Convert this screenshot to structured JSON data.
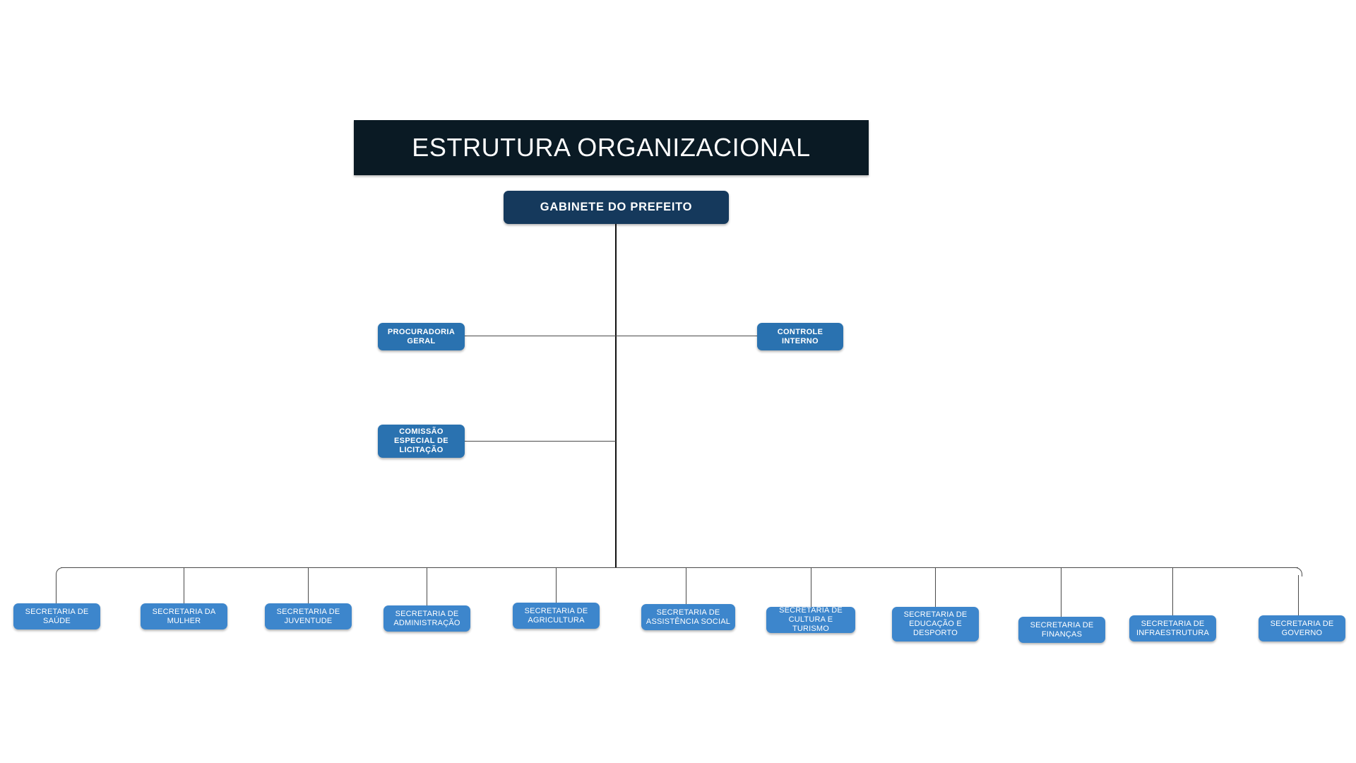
{
  "banner": {
    "title": "ESTRUTURA ORGANIZACIONAL",
    "background_color": "#0a1a24",
    "text_color": "#ffffff"
  },
  "colors": {
    "root_box": "#15395c",
    "staff_box": "#2a72b0",
    "department_box": "#3d86cc",
    "connector": "#1a1a1a",
    "page_background": "#ffffff"
  },
  "root": {
    "label": "GABINETE DO PREFEITO"
  },
  "staff_units": [
    {
      "label": "PROCURADORIA GERAL",
      "lines": [
        "PROCURADORIA",
        "GERAL"
      ],
      "side": "left"
    },
    {
      "label": "CONTROLE INTERNO",
      "lines": [
        "CONTROLE",
        "INTERNO"
      ],
      "side": "right"
    },
    {
      "label": "COMISSÃO ESPECIAL DE LICITAÇÃO",
      "lines": [
        "COMISSÃO",
        "ESPECIAL DE",
        "LICITAÇÃO"
      ],
      "side": "left"
    }
  ],
  "departments": [
    {
      "label": "SECRETARIA DE SAÚDE",
      "lines": [
        "SECRETARIA DE",
        "SAÚDE"
      ]
    },
    {
      "label": "SECRETARIA DA MULHER",
      "lines": [
        "SECRETARIA DA",
        "MULHER"
      ]
    },
    {
      "label": "SECRETARIA DE JUVENTUDE",
      "lines": [
        "SECRETARIA DE",
        "JUVENTUDE"
      ]
    },
    {
      "label": "SECRETARIA DE ADMINISTRAÇÃO",
      "lines": [
        "SECRETARIA DE",
        "ADMINISTRAÇÃO"
      ]
    },
    {
      "label": "SECRETARIA DE AGRICULTURA",
      "lines": [
        "SECRETARIA DE",
        "AGRICULTURA"
      ]
    },
    {
      "label": "SECRETARIA DE ASSISTÊNCIA SOCIAL",
      "lines": [
        "SECRETARIA DE",
        "ASSISTÊNCIA SOCIAL"
      ]
    },
    {
      "label": "SECRETARIA DE CULTURA E TURISMO",
      "lines": [
        "SECRETARIA DE",
        "CULTURA E TURISMO"
      ]
    },
    {
      "label": "SECRETARIA DE EDUCAÇÃO E DESPORTO",
      "lines": [
        "SECRETARIA DE",
        "EDUCAÇÃO E",
        "DESPORTO"
      ]
    },
    {
      "label": "SECRETARIA DE FINANÇAS",
      "lines": [
        "SECRETARIA DE",
        "FINANÇAS"
      ]
    },
    {
      "label": "SECRETARIA DE INFRAESTRUTURA",
      "lines": [
        "SECRETARIA DE",
        "INFRAESTRUTURA"
      ]
    },
    {
      "label": "SECRETARIA DE GOVERNO",
      "lines": [
        "SECRETARIA DE",
        "GOVERNO"
      ]
    }
  ]
}
